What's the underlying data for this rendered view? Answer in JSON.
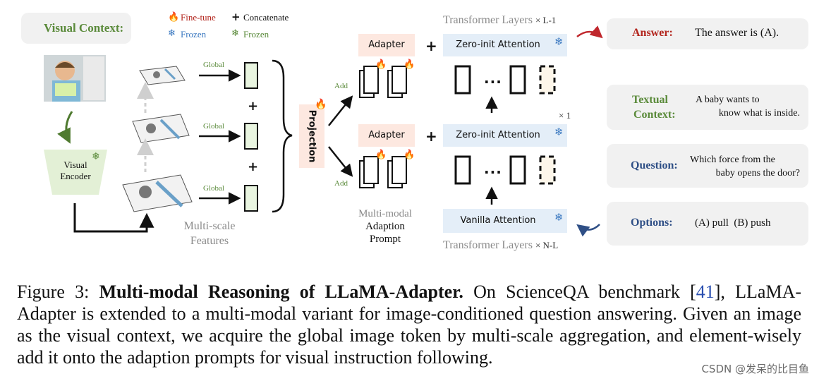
{
  "legend": {
    "fine_tune": "Fine-tune",
    "concatenate": "Concatenate",
    "frozen1": "Frozen",
    "frozen2": "Frozen"
  },
  "left": {
    "visual_context": "Visual Context:",
    "visual_encoder_line1": "Visual",
    "visual_encoder_line2": "Encoder",
    "multiscale_line1": "Multi-scale",
    "multiscale_line2": "Features",
    "global1": "Global",
    "global2": "Global",
    "global3": "Global",
    "projection": "Projection",
    "add1": "Add",
    "add2": "Add"
  },
  "middle": {
    "adapter1": "Adapter",
    "adapter2": "Adapter",
    "zero_init1": "Zero-init Attention",
    "zero_init2": "Zero-init Attention",
    "vanilla": "Vanilla Attention",
    "tl_top": "Transformer Layers",
    "tl_top_mult": "× L-1",
    "tl_mid_mult": "× 1",
    "tl_bottom": "Transformer Layers",
    "tl_bottom_mult": "× N-L",
    "mm_line1": "Multi-modal",
    "mm_line2": "Adaption",
    "mm_line3": "Prompt",
    "ellipsis1": "...",
    "ellipsis2": "..."
  },
  "right": {
    "answer_label": "Answer:",
    "answer_text": "The answer is (A).",
    "textual_label1": "Textual",
    "textual_label2": "Context:",
    "textual_text1": "A baby wants to",
    "textual_text2": "know what is inside.",
    "question_label": "Question:",
    "question_text1": "Which force from the",
    "question_text2": "baby opens the door?",
    "options_label": "Options:",
    "options_text": "(A) pull  (B) push"
  },
  "caption": {
    "prefix": "Figure 3: ",
    "bold": "Multi-modal Reasoning of LLaMA-Adapter.",
    "part1": " On ScienceQA benchmark [",
    "cite": "41",
    "part2": "], LLaMA-Adapter is extended to a multi-modal variant for image-conditioned question answering.  Given an image as the visual context, we acquire the global image token by multi-scale aggregation, and element-wisely add it onto the adaption prompts for visual instruction following."
  },
  "watermark": "CSDN @发呆的比目鱼",
  "colors": {
    "green": "#5a8a3a",
    "red": "#b3261e",
    "blue": "#2f4f86",
    "peach": "#fde8e0",
    "lightblue": "#e4eef8",
    "token_green": "#e9f5e0"
  },
  "icons": [
    "fire-icon",
    "snowflake-icon",
    "plus-icon",
    "arrow-right-icon",
    "chevron-right-icon"
  ]
}
